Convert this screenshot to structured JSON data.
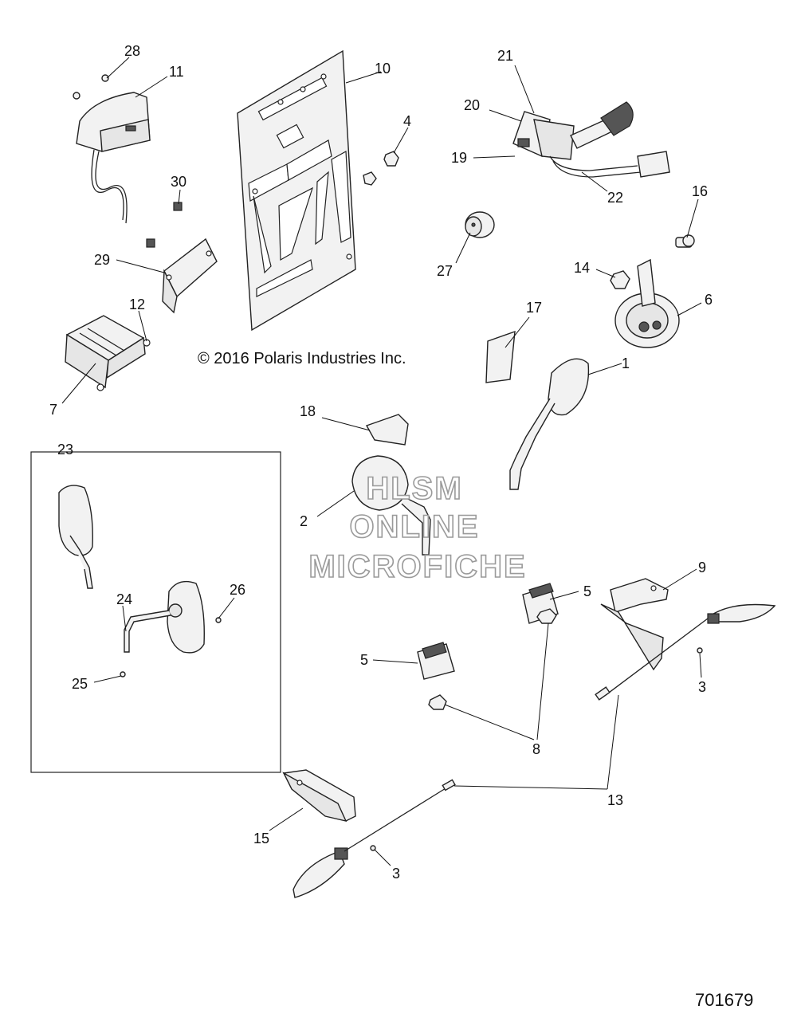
{
  "copyright": "© 2016 Polaris Industries Inc.",
  "diagram_number": "701679",
  "watermark": [
    "HLSM",
    "ONLINE",
    "MICROFICHE"
  ],
  "callouts": [
    "1",
    "2",
    "3",
    "3",
    "4",
    "5",
    "5",
    "6",
    "7",
    "8",
    "9",
    "10",
    "11",
    "12",
    "13",
    "14",
    "15",
    "16",
    "17",
    "18",
    "19",
    "20",
    "21",
    "22",
    "23",
    "24",
    "25",
    "26",
    "27",
    "28",
    "29",
    "30"
  ]
}
